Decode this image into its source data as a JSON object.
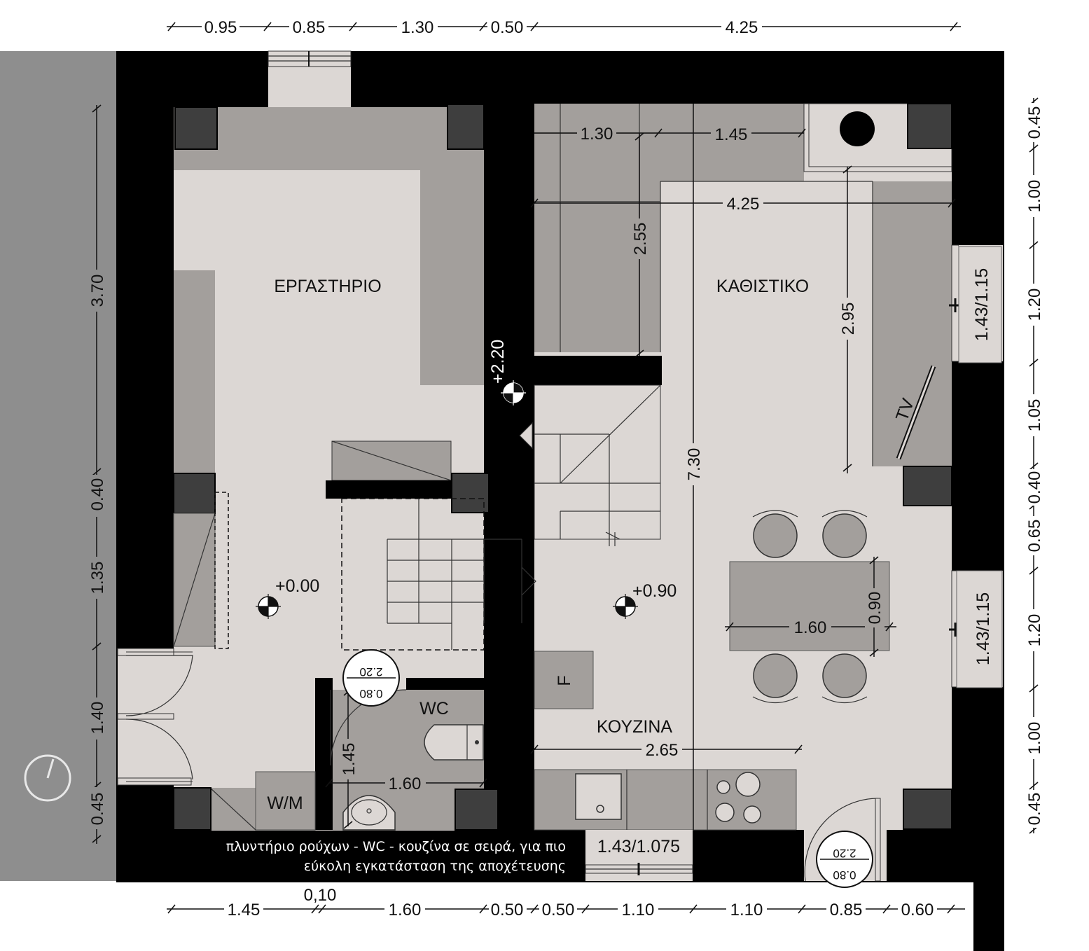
{
  "dims_top": [
    "0.95",
    "0.85",
    "1.30",
    "0.50",
    "4.25"
  ],
  "dims_bottom": [
    "1.45",
    "0,10",
    "1.60",
    "0.50",
    "0.50",
    "1.10",
    "1.10",
    "0.85",
    "0.60"
  ],
  "dims_left": [
    "3.70",
    "0.40",
    "1.35",
    "1.40",
    "0.45"
  ],
  "dims_right": [
    "0.45",
    "1.00",
    "1.20",
    "1.05",
    "0.40",
    "0.65",
    "1.20",
    "1.00",
    "0.45"
  ],
  "dims_inner": {
    "stair_a": "1.30",
    "stair_b": "1.45",
    "living_width": "4.25",
    "stair_depth": "2.55",
    "living_depth": "2.95",
    "total_depth": "7.30",
    "table_w": "1.60",
    "table_d": "0.90",
    "kitchen_w": "2.65",
    "wc_w": "1.60",
    "wc_d": "1.45"
  },
  "rooms": {
    "workshop": "ΕΡΓΑΣΤΗΡΙΟ",
    "living": "ΚΑΘΙΣΤΙΚΟ",
    "kitchen": "ΚΟΥΖΙΝΑ",
    "wc": "WC"
  },
  "levels": {
    "workshop": "+0.00",
    "kitchen": "+0.90",
    "stair": "+2.20"
  },
  "windows": {
    "right_top": "1.43/1.15",
    "right_bottom": "1.43/1.15",
    "bottom": "1.43/1.075"
  },
  "doors": {
    "wc_door_w": "0.80",
    "wc_door_h": "2.20",
    "entry_door_w": "0.80",
    "entry_door_h": "2.20"
  },
  "labels": {
    "washer": "W/M",
    "fridge": "F",
    "tv": "TV"
  },
  "note_lines": [
    "πλυντήριο ρούχων - WC - κουζίνα σε σειρά, για πιο",
    "εύκολη εγκατάσταση της αποχέτευσης"
  ],
  "colors": {
    "wall": "#000000",
    "floor": "#dcd7d4",
    "furniture": "#a39f9c",
    "furniture_dark": "#8d8986",
    "pillar": "#3e3e3e",
    "exterior": "#8e8e8e"
  }
}
